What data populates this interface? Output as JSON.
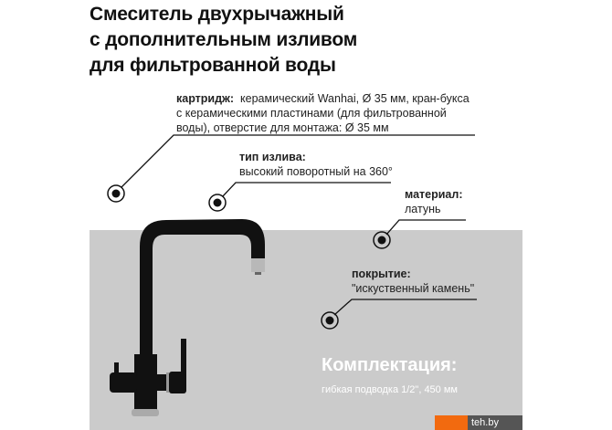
{
  "title": [
    "Смеситель двухрычажный",
    "с дополнительным изливом",
    "для фильтрованной воды"
  ],
  "specs": {
    "cartridge": {
      "label": "картридж:",
      "lines": [
        "керамический Wanhai, Ø 35 мм, кран-букса",
        "с керамическими пластинами (для фильтрованной",
        "воды), отверстие для монтажа: Ø 35 мм"
      ]
    },
    "spout": {
      "label": "тип излива:",
      "value": "высокий поворотный на 360°"
    },
    "material": {
      "label": "материал:",
      "value": "латунь"
    },
    "coating": {
      "label": "покрытие:",
      "value": "\"искуственный камень\""
    }
  },
  "kit": {
    "title": "Комплектация:",
    "value": "гибкая подводка 1/2\", 450 мм"
  },
  "watermark": {
    "text": "teh.by"
  },
  "colors": {
    "bg_panel": "#cbcbcb",
    "faucet": "#111111",
    "brand_orange": "#f26a0f"
  }
}
